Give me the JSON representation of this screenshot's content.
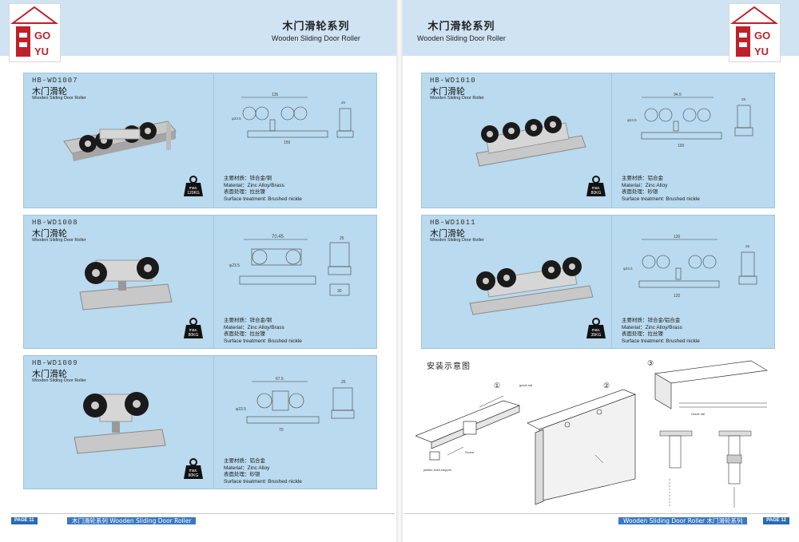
{
  "header": {
    "left": {
      "title_zh": "木门滑轮系列",
      "title_en": "Wooden Sliding Door Roller"
    },
    "right": {
      "title_zh": "木门滑轮系列",
      "title_en": "Wooden Sliding Door Roller"
    }
  },
  "logo": {
    "line1": "GO",
    "line2": "YU"
  },
  "products": [
    {
      "model": "HB-WD1007",
      "name_zh": "木门滑轮",
      "name_en": "Wooden Sliding Door Roller",
      "weight_max": "max.",
      "weight": "120KG",
      "material_zh": "主要材质：锌合金/铜",
      "material_en": "Material：Zinc Alloy/Brass",
      "surface_zh": "表面处理：拉丝镍",
      "surface_en": "Surface treatment: Brushed nickle",
      "dims": [
        "135",
        "φ23.5",
        "150",
        "25"
      ]
    },
    {
      "model": "HB-WD1008",
      "name_zh": "木门滑轮",
      "name_en": "Wooden Sliding Door Roller",
      "weight_max": "max.",
      "weight": "80KG",
      "material_zh": "主要材质：锌合金/铜",
      "material_en": "Material：Zinc Alloy/Brass",
      "surface_zh": "表面处理：拉丝镍",
      "surface_en": "Surface treatment: Brushed nickle",
      "dims": [
        "70.45",
        "φ23.5",
        "25",
        "30"
      ]
    },
    {
      "model": "HB-WD1009",
      "name_zh": "木门滑轮",
      "name_en": "Wooden Sliding Door Roller",
      "weight_max": "max.",
      "weight": "80KG",
      "material_zh": "主要材质：铝合金",
      "material_en": "Material：Zinc Alloy",
      "surface_zh": "表面处理：砂银",
      "surface_en": "Surface treatment: Brushed nickle",
      "dims": [
        "67.5",
        "φ23.5",
        "70",
        "25"
      ]
    },
    {
      "model": "HB-WD1010",
      "name_zh": "木门滑轮",
      "name_en": "Wooden Sliding Door Roller",
      "weight_max": "max.",
      "weight": "80KG",
      "material_zh": "主要材质：铝合金",
      "material_en": "Material：Zinc Alloy",
      "surface_zh": "表面处理：砂银",
      "surface_en": "Surface treatment: Brushed nickle",
      "dims": [
        "94.5",
        "φ23.5",
        "100",
        "25"
      ]
    },
    {
      "model": "HB-WD1011",
      "name_zh": "木门滑轮",
      "name_en": "Wooden Sliding Door Roller",
      "weight_max": "max.",
      "weight": "35KG",
      "material_zh": "主要材质：锌合金/铝合金",
      "material_en": "Material：Zinc Alloy/Brass",
      "surface_zh": "表面处理：拉丝镍",
      "surface_en": "Surface treatment: Brushed nickle",
      "dims": [
        "130",
        "φ23.5",
        "120",
        "25"
      ]
    }
  ],
  "install": {
    "title": "安装示意图",
    "steps": [
      "①",
      "②",
      "③"
    ],
    "notes": [
      "gulde rail",
      "plastic shell stopper",
      "Screw",
      "Guide rail"
    ]
  },
  "footer": {
    "left_page": "PAGE 11",
    "left_title": "木门滑轮系列 Wooden Sliding Door Roller",
    "right_title": "Wooden Sliding Door Roller  木门滑轮系列",
    "right_page": "PAGE 12"
  },
  "colors": {
    "panel": "#b9daef",
    "header": "#cfe3f3",
    "footer": "#2b6ab3",
    "logo_red": "#c0202a"
  }
}
